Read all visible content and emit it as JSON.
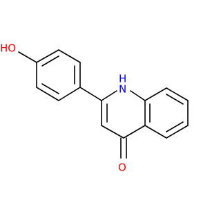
{
  "molecule": {
    "atoms": {
      "hydroxyl": "HO",
      "amine": "H",
      "nitrogen": "N",
      "carbonyl_oxygen": "O"
    },
    "colors": {
      "oxygen": "#ff0000",
      "nitrogen": "#0000ff",
      "bond": "#000000"
    }
  }
}
